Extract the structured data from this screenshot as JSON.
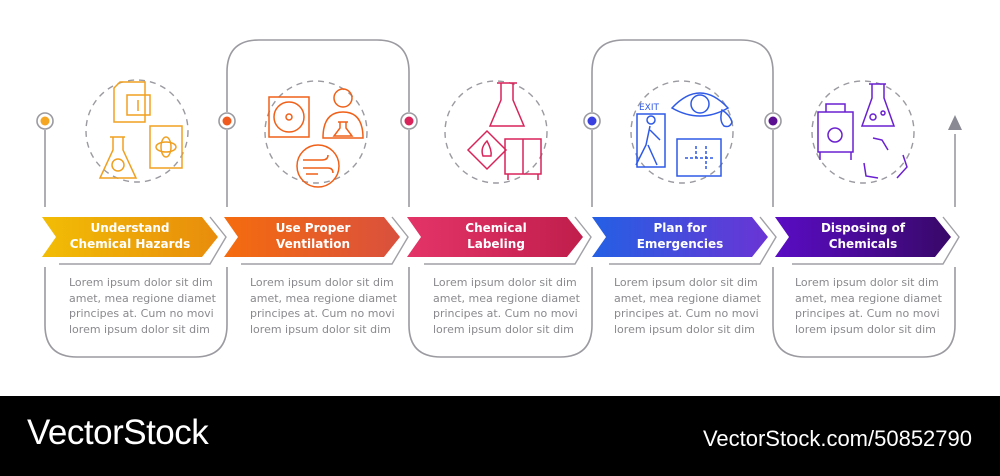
{
  "steps": [
    {
      "title_line1": "Understand",
      "title_line2": "Chemical Hazards",
      "description": "Lorem ipsum dolor sit dim\namet, mea regione diamet\nprincipes at. Cum no movi\nlorem ipsum dolor sit dim",
      "color": "#f5a623",
      "icons": [
        "info-document-icon",
        "biohazard-flask-icon",
        "atom-book-icon"
      ]
    },
    {
      "title_line1": "Use Proper",
      "title_line2": "Ventilation",
      "description": "Lorem ipsum dolor sit dim\namet, mea regione diamet\nprincipes at. Cum no movi\nlorem ipsum dolor sit dim",
      "color": "#f05a1e",
      "icons": [
        "exhaust-fan-icon",
        "chemist-icon",
        "airflow-icon"
      ]
    },
    {
      "title_line1": "Chemical",
      "title_line2": "Labeling",
      "description": "Lorem ipsum dolor sit dim\namet, mea regione diamet\nprincipes at. Cum no movi\nlorem ipsum dolor sit dim",
      "color": "#d8245a",
      "icons": [
        "flask-icon",
        "flammable-label-icon",
        "cabinet-icon"
      ]
    },
    {
      "title_line1": "Plan for",
      "title_line2": "Emergencies",
      "description": "Lorem ipsum dolor sit dim\namet, mea regione diamet\nprincipes at. Cum no movi\nlorem ipsum dolor sit dim",
      "color": "#3a40e0",
      "icons": [
        "exit-icon",
        "eye-drop-icon",
        "evacuation-plan-icon"
      ],
      "exit_label": "EXIT"
    },
    {
      "title_line1": "Disposing of",
      "title_line2": "Chemicals",
      "description": "Lorem ipsum dolor sit dim\namet, mea regione diamet\nprincipes at. Cum no movi\nlorem ipsum dolor sit dim",
      "color": "#5a1090",
      "icons": [
        "biohazard-bin-icon",
        "flask-icon",
        "recycle-icon"
      ]
    }
  ],
  "footer": {
    "brand": "VectorStock",
    "url": "VectorStock.com/50852790"
  }
}
